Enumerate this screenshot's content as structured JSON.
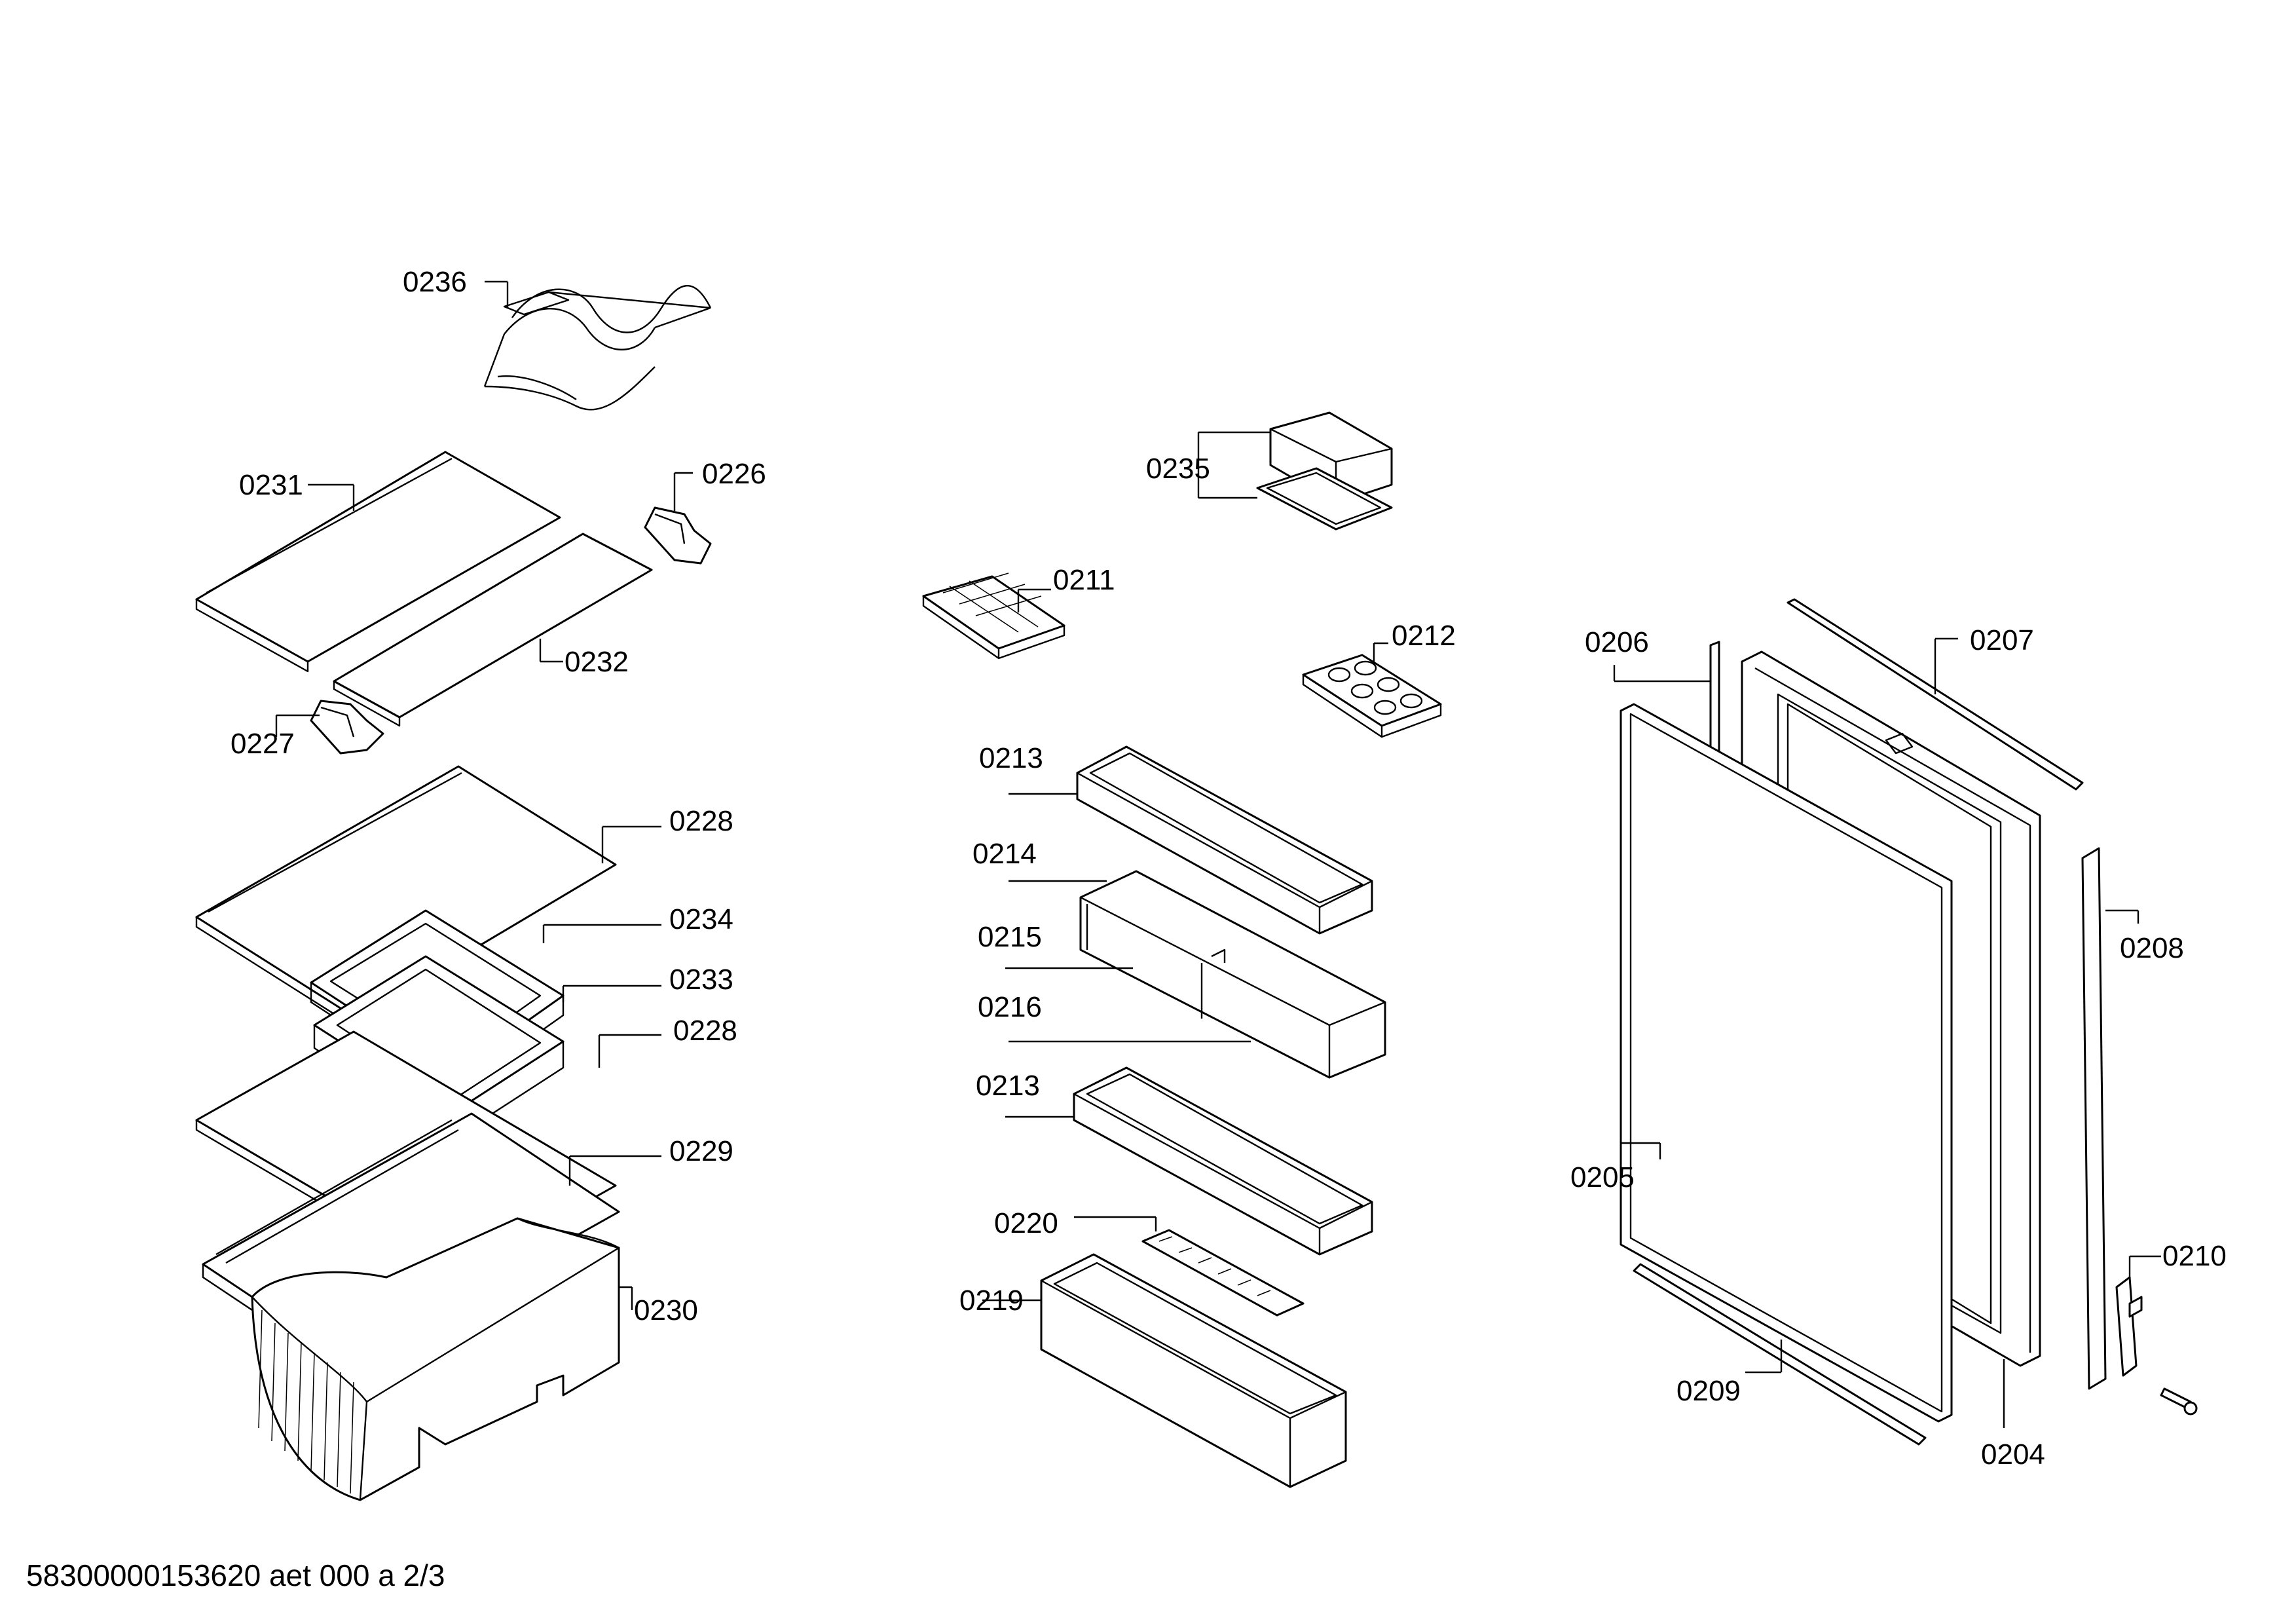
{
  "diagram": {
    "footer_code": "58300000153620 aet 000 a 2/3",
    "part_labels": {
      "p0236": "0236",
      "p0231": "0231",
      "p0226": "0226",
      "p0232": "0232",
      "p0227": "0227",
      "p0228a": "0228",
      "p0234": "0234",
      "p0233": "0233",
      "p0228b": "0228",
      "p0229": "0229",
      "p0230": "0230",
      "p0235": "0235",
      "p0211": "0211",
      "p0212": "0212",
      "p0213a": "0213",
      "p0214": "0214",
      "p0215": "0215",
      "p0216": "0216",
      "p0213b": "0213",
      "p0220": "0220",
      "p0219": "0219",
      "p0206": "0206",
      "p0207": "0207",
      "p0208": "0208",
      "p0205": "0205",
      "p0210": "0210",
      "p0209": "0209",
      "p0204": "0204"
    }
  }
}
